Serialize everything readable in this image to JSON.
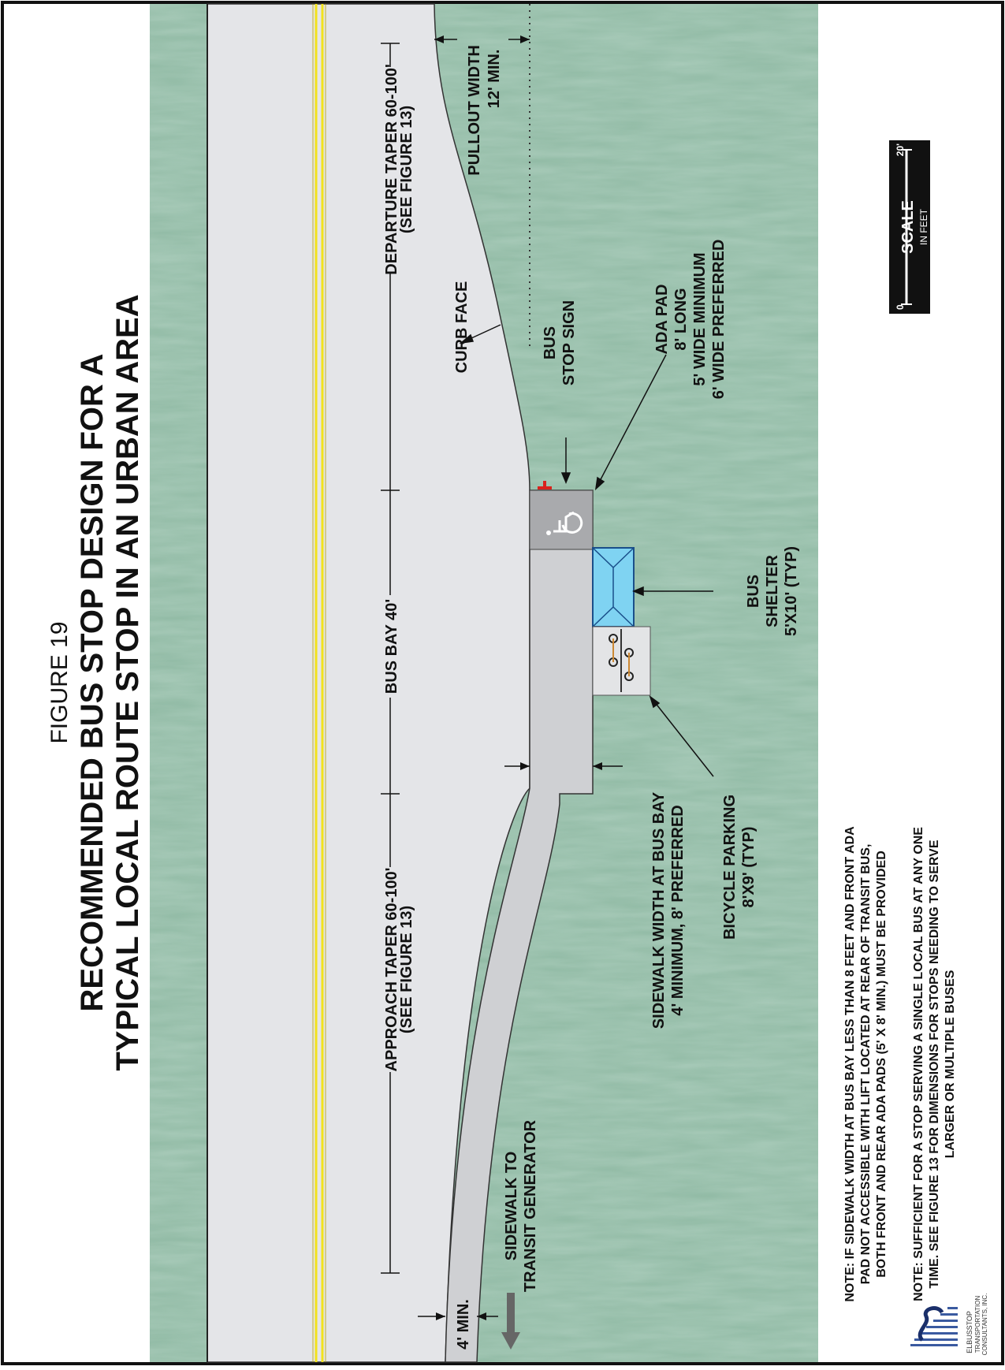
{
  "figure": {
    "number": "FIGURE 19",
    "title_line1": "RECOMMENDED BUS STOP DESIGN FOR A",
    "title_line2": "TYPICAL LOCAL ROUTE STOP IN AN URBAN AREA"
  },
  "dimensions": {
    "approach_taper": "APPROACH TAPER 60-100'",
    "approach_taper_ref": "(SEE FIGURE 13)",
    "bus_bay": "BUS BAY 40'",
    "departure_taper": "DEPARTURE TAPER 60-100'",
    "departure_taper_ref": "(SEE FIGURE 13)",
    "pullout_width": "PULLOUT WIDTH",
    "pullout_width_value": "12' MIN."
  },
  "labels": {
    "curb_face": "CURB FACE",
    "bus_stop_sign_1": "BUS",
    "bus_stop_sign_2": "STOP SIGN",
    "ada_pad_1": "ADA PAD",
    "ada_pad_2": "8' LONG",
    "ada_pad_3": "5' WIDE MINIMUM",
    "ada_pad_4": "6' WIDE PREFERRED",
    "bus_shelter_1": "BUS",
    "bus_shelter_2": "SHELTER",
    "bus_shelter_3": "5'X10' (TYP)",
    "sidewalk_width_1": "SIDEWALK WIDTH AT BUS BAY",
    "sidewalk_width_2": "4' MINIMUM, 8' PREFERRED",
    "bicycle_parking_1": "BICYCLE PARKING",
    "bicycle_parking_2": "8'X9' (TYP)",
    "sidewalk_to_1": "SIDEWALK TO",
    "sidewalk_to_2": "TRANSIT GENERATOR",
    "sidewalk_min": "4' MIN."
  },
  "scale": {
    "title": "SCALE",
    "units": "IN FEET",
    "start": "0",
    "end": "20'"
  },
  "notes": {
    "note1_line1": "NOTE: IF SIDEWALK WIDTH AT BUS BAY LESS THAN 8 FEET AND FRONT ADA",
    "note1_line2": "PAD NOT ACCESSIBLE WITH LIFT LOCATED AT REAR OF TRANSIT BUS,",
    "note1_line3": "BOTH FRONT AND REAR ADA PADS (5' X 8' MIN.) MUST BE PROVIDED",
    "note2_line1": "NOTE: SUFFICIENT FOR A STOP SERVING A SINGLE LOCAL BUS AT ANY ONE",
    "note2_line2": "TIME.  SEE FIGURE 13 FOR DIMENSIONS FOR STOPS NEEDING TO SERVE",
    "note2_line3": "LARGER OR MULTIPLE BUSES"
  },
  "logo": {
    "name": "ELBUSSTOP",
    "company_line1": "TRANSPORTATION",
    "company_line2": "CONSULTANTS, INC."
  },
  "colors": {
    "grass": "#8fb9a3",
    "road": "#e4e5e8",
    "sidewalk": "#cfd0d3",
    "center_line": "#f2e21c",
    "shelter": "#7fd3f2",
    "ada_pad": "#a9aaad",
    "sign": "#d9221c"
  }
}
